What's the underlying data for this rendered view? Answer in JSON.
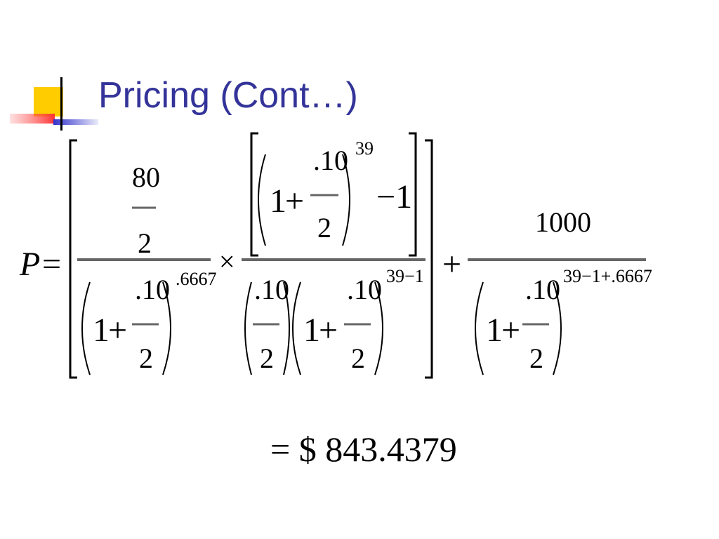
{
  "slide": {
    "title": "Pricing (Cont…)",
    "title_color": "#333399"
  },
  "formula": {
    "lhs_variable": "P",
    "equals_sign": "=",
    "term1": {
      "numerator_top": "80",
      "numerator_bottom": "2",
      "denominator_base_one": "1",
      "denominator_plus": "+",
      "denominator_rate_top": ".10",
      "denominator_rate_bottom": "2",
      "denominator_exponent": ".6667"
    },
    "times_sign": "×",
    "term2": {
      "numerator_one": "1",
      "numerator_plus": "+",
      "numerator_rate_top": ".10",
      "numerator_rate_bottom": "2",
      "numerator_exponent": "39",
      "numerator_minus_one": "−1",
      "denominator_rate_top": ".10",
      "denominator_rate_bottom": "2",
      "denominator_one": "1",
      "denominator_plus": "+",
      "denominator_rate2_top": ".10",
      "denominator_rate2_bottom": "2",
      "denominator_exponent": "39−1"
    },
    "plus_sign": "+",
    "term3": {
      "numerator": "1000",
      "denominator_one": "1",
      "denominator_plus": "+",
      "denominator_rate_top": ".10",
      "denominator_rate_bottom": "2",
      "denominator_exponent": "39−1+.6667"
    }
  },
  "result": {
    "text": "= $ 843.4379"
  },
  "colors": {
    "title": "#333399",
    "deco_yellow": "#ffcc00",
    "deco_red": "#ff3333",
    "deco_blue": "#3333cc",
    "ink": "#000000",
    "fraction_bar": "#666666"
  }
}
